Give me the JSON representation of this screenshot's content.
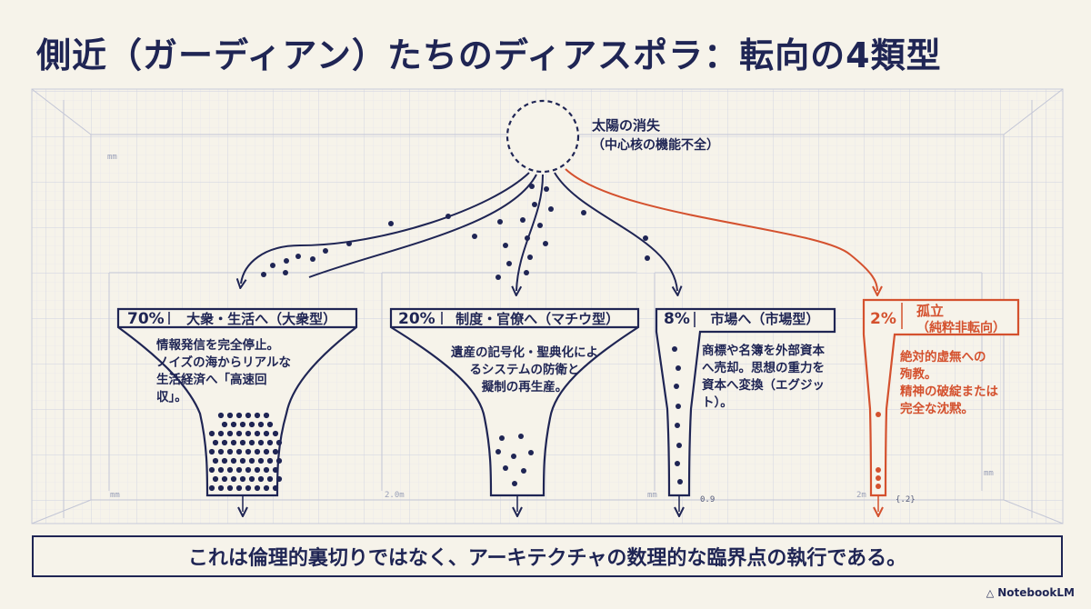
{
  "title": "側近（ガーディアン）たちのディアスポラ：転向の4類型",
  "sun": {
    "line1": "太陽の消失",
    "line2": "（中心核の機能不全）"
  },
  "funnels": [
    {
      "pct": "70%",
      "label": "大衆・生活へ（大衆型）",
      "desc": [
        "情報発信を完全停止。",
        "ノイズの海からリアルな",
        "生活経済へ「高速回",
        "収」。"
      ]
    },
    {
      "pct": "20%",
      "label": "制度・官僚へ（マチウ型）",
      "desc": [
        "遺産の記号化・聖典化によ",
        "るシステムの防衛と",
        "擬制の再生産。"
      ]
    },
    {
      "pct": "8%",
      "label": "市場へ（市場型）",
      "desc": [
        "商標や名簿を外部資本",
        "へ売却。思想の重力を",
        "資本へ変換（エグジッ",
        "ト）。"
      ]
    },
    {
      "pct": "2%",
      "label": "孤立",
      "sublabel": "（純粋非転向）",
      "desc": [
        "絶対的虚無への",
        "殉教。",
        "精神の破綻または",
        "完全な沈黙。"
      ]
    }
  ],
  "tiny_marks": {
    "a": "mm",
    "b": "mm",
    "c": "0.9",
    "d": "2m",
    "e": "{.2}",
    "f": "2.0m",
    "g": "mm",
    "h": "mm"
  },
  "footer": "これは倫理的裏切りではなく、アーキテクチャの数理的な臨界点の執行である。",
  "brand": "NotebookLM",
  "colors": {
    "navy": "#1f2554",
    "red": "#d4512e",
    "background": "#f6f3ea",
    "grid": "#d9dbe6"
  }
}
